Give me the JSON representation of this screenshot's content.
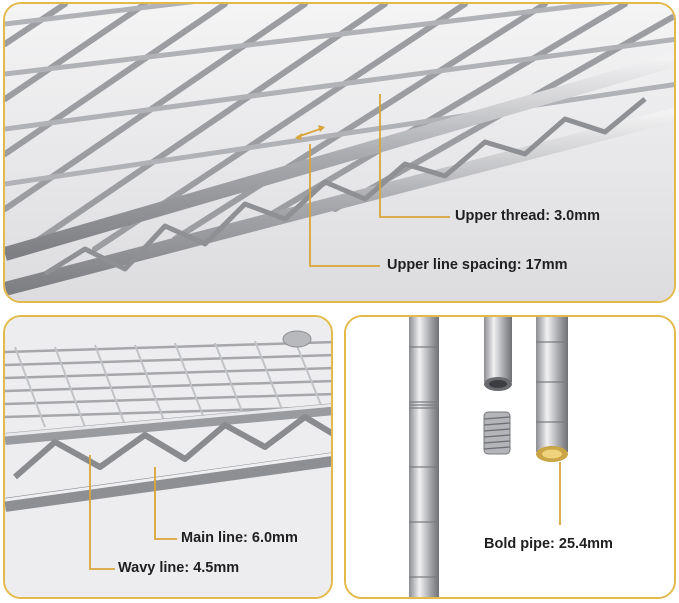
{
  "callouts": {
    "upper_thread": "Upper thread: 3.0mm",
    "upper_line_spacing": "Upper line spacing: 17mm",
    "main_line": "Main line: 6.0mm",
    "wavy_line": "Wavy line: 4.5mm",
    "bold_pipe": "Bold pipe: 25.4mm"
  },
  "colors": {
    "frame": "#e3b94a",
    "callout_line": "#d9a53a",
    "metal_light": "#e6e6e8",
    "metal_mid": "#b9babd",
    "metal_dark": "#8d8e92",
    "text": "#1f1f1f"
  }
}
